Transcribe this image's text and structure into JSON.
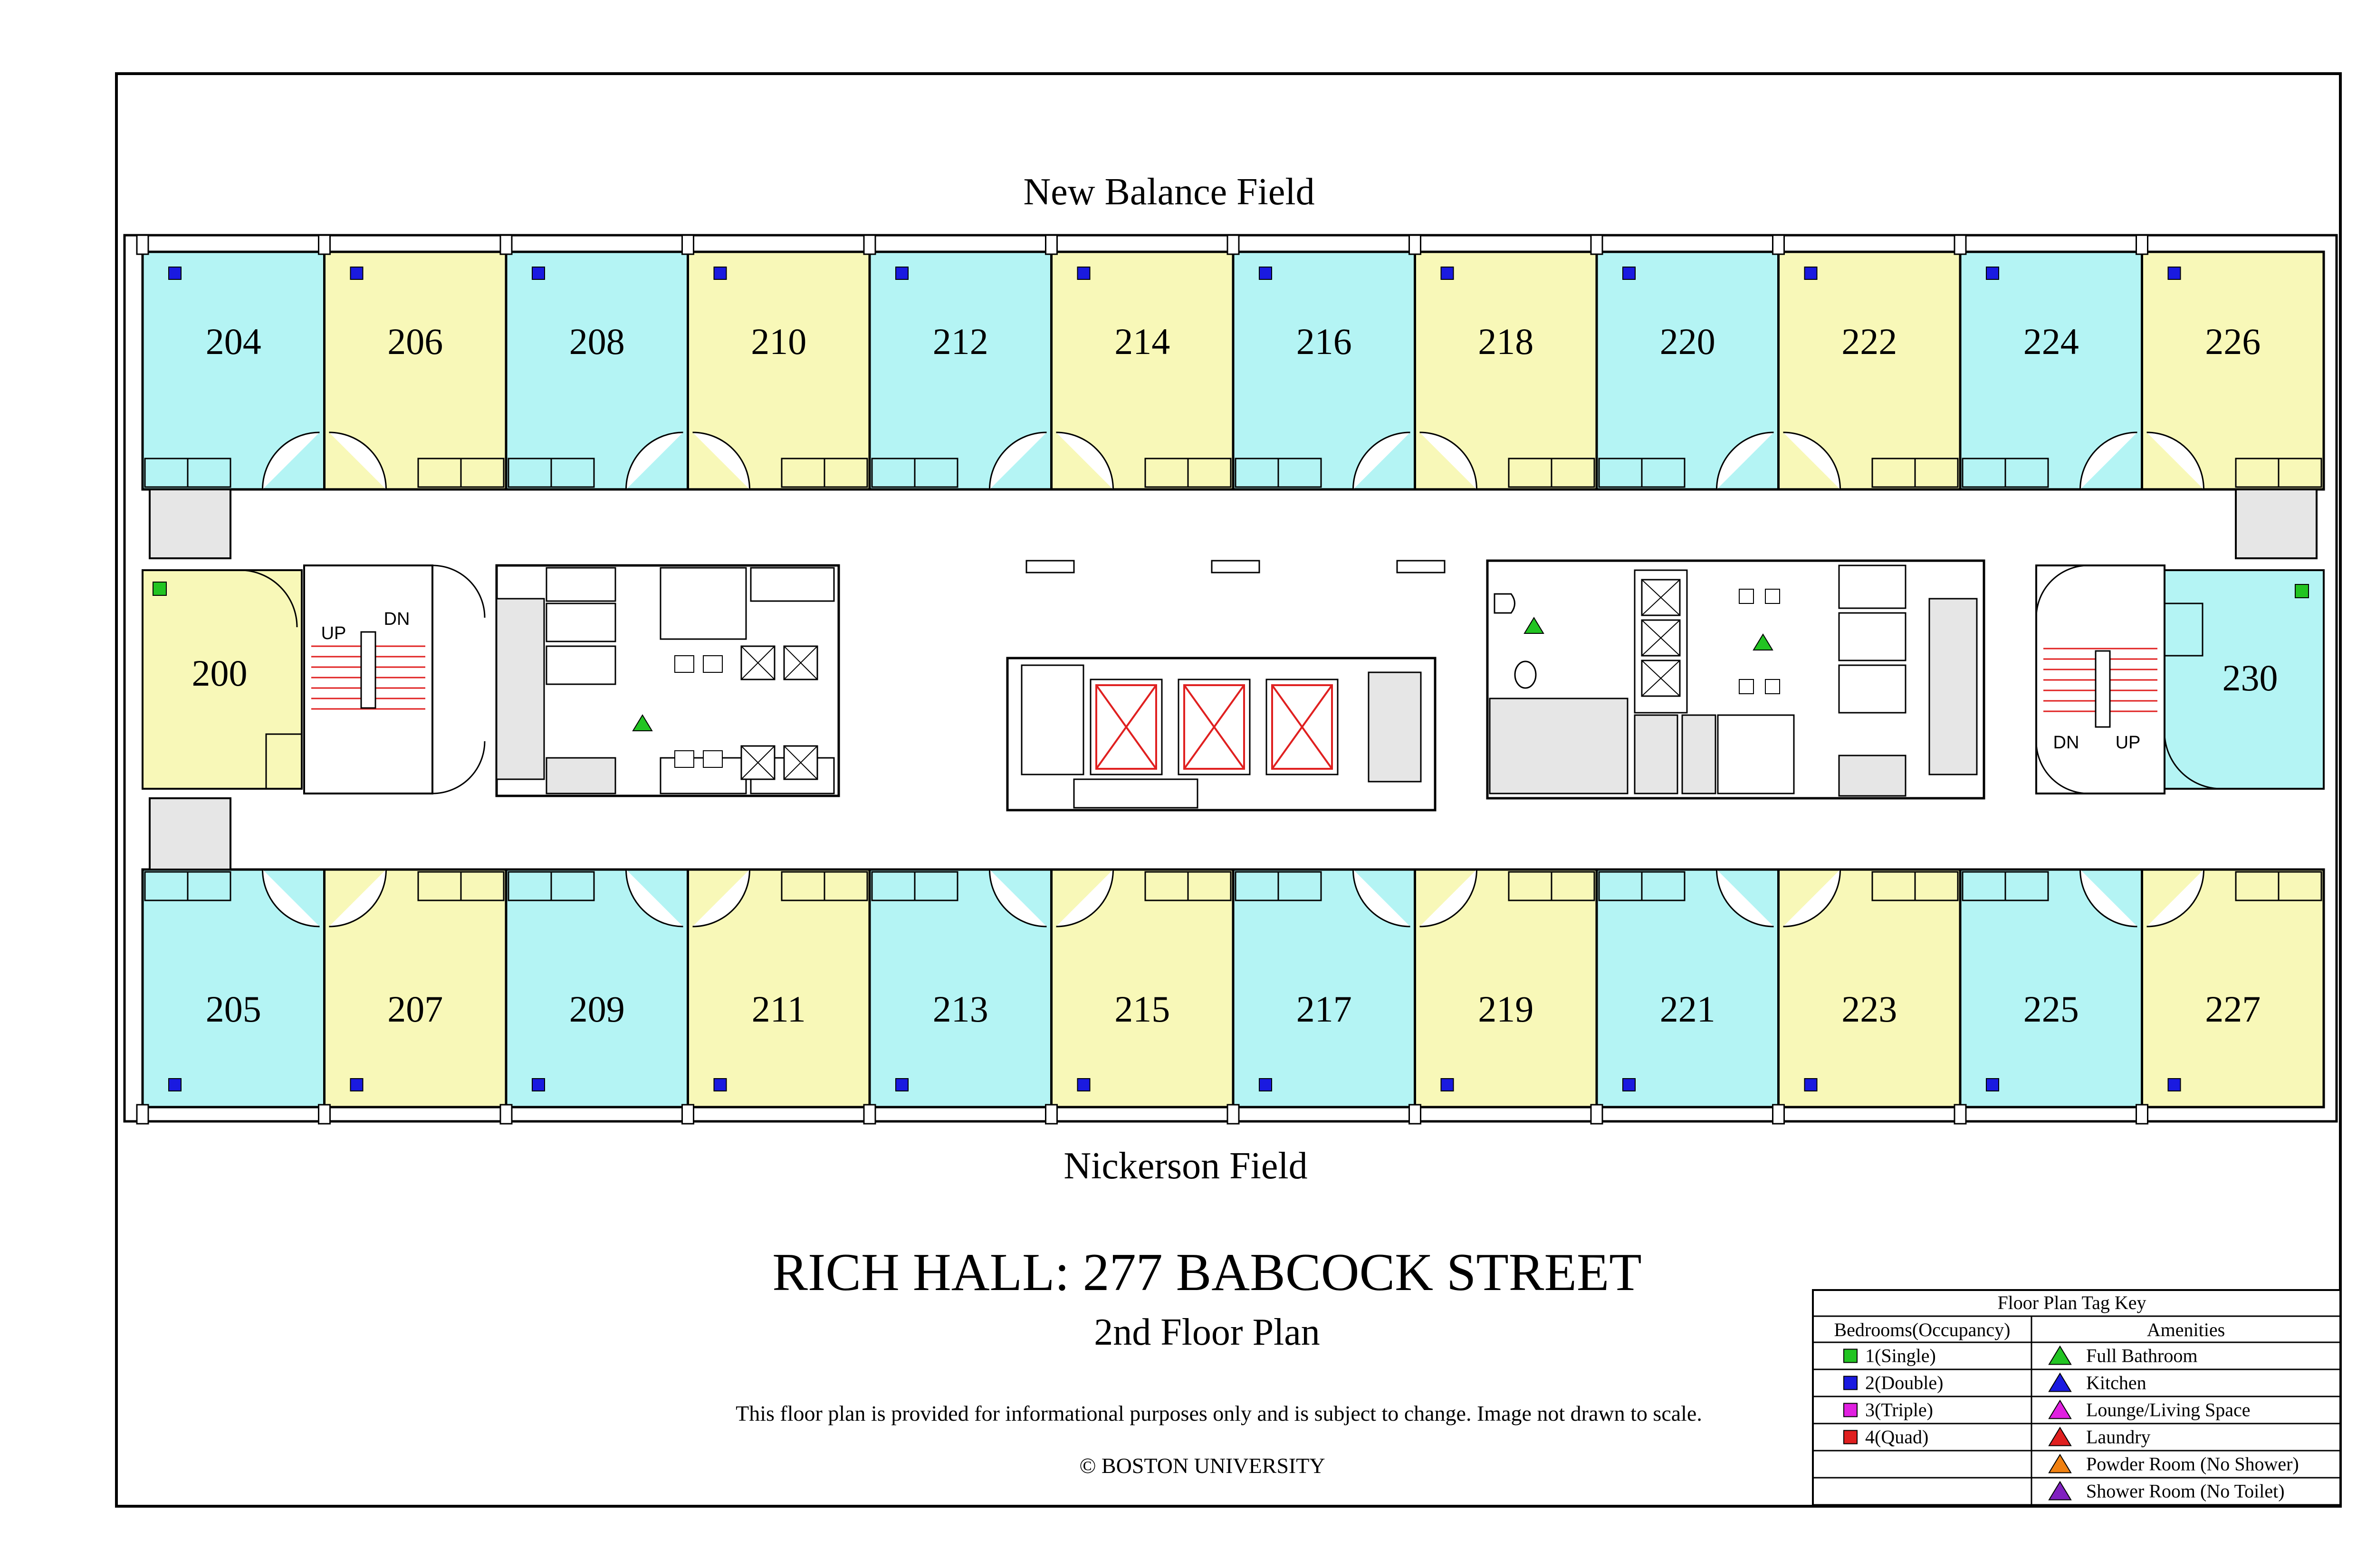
{
  "labels": {
    "north_field": "New Balance Field",
    "south_field": "Nickerson Field",
    "title": "RICH HALL: 277 BABCOCK STREET",
    "subtitle": "2nd Floor Plan",
    "disclaimer": "This floor plan is provided for informational purposes only and is subject to change. Image not drawn to scale.",
    "copyright": "© BOSTON UNIVERSITY",
    "stair_up": "UP",
    "stair_down": "DN"
  },
  "colors": {
    "double_room_blue": "#b4f4f4",
    "double_room_yellow": "#f8f8b8",
    "elevator_red": "#e02020",
    "stair_red": "#e02020",
    "wall": "#000000",
    "closet_gray": "#e6e6e6"
  },
  "rooms_north": [
    {
      "number": "204",
      "color": "blue"
    },
    {
      "number": "206",
      "color": "yellow"
    },
    {
      "number": "208",
      "color": "blue"
    },
    {
      "number": "210",
      "color": "yellow"
    },
    {
      "number": "212",
      "color": "blue"
    },
    {
      "number": "214",
      "color": "yellow"
    },
    {
      "number": "216",
      "color": "blue"
    },
    {
      "number": "218",
      "color": "yellow"
    },
    {
      "number": "220",
      "color": "blue"
    },
    {
      "number": "222",
      "color": "yellow"
    },
    {
      "number": "224",
      "color": "blue"
    },
    {
      "number": "226",
      "color": "yellow"
    }
  ],
  "rooms_south": [
    {
      "number": "205",
      "color": "blue"
    },
    {
      "number": "207",
      "color": "yellow"
    },
    {
      "number": "209",
      "color": "blue"
    },
    {
      "number": "211",
      "color": "yellow"
    },
    {
      "number": "213",
      "color": "blue"
    },
    {
      "number": "215",
      "color": "yellow"
    },
    {
      "number": "217",
      "color": "blue"
    },
    {
      "number": "219",
      "color": "yellow"
    },
    {
      "number": "221",
      "color": "blue"
    },
    {
      "number": "223",
      "color": "yellow"
    },
    {
      "number": "225",
      "color": "blue"
    },
    {
      "number": "227",
      "color": "yellow"
    }
  ],
  "single_rooms": [
    {
      "number": "200",
      "color": "yellow"
    },
    {
      "number": "230",
      "color": "blue"
    }
  ],
  "legend": {
    "title": "Floor Plan Tag Key",
    "bedrooms_header": "Bedrooms(Occupancy)",
    "amenities_header": "Amenities",
    "bedrooms": [
      {
        "label": "1(Single)",
        "color": "#22c422"
      },
      {
        "label": "2(Double)",
        "color": "#1a1ae0"
      },
      {
        "label": "3(Triple)",
        "color": "#e020e0"
      },
      {
        "label": "4(Quad)",
        "color": "#e02020"
      }
    ],
    "amenities": [
      {
        "label": "Full Bathroom",
        "color": "#22c422"
      },
      {
        "label": "Kitchen",
        "color": "#1a1ae0"
      },
      {
        "label": "Lounge/Living Space",
        "color": "#e020e0"
      },
      {
        "label": "Laundry",
        "color": "#e02020"
      },
      {
        "label": "Powder Room (No Shower)",
        "color": "#f08010"
      },
      {
        "label": "Shower Room (No Toilet)",
        "color": "#8020c0"
      }
    ]
  }
}
